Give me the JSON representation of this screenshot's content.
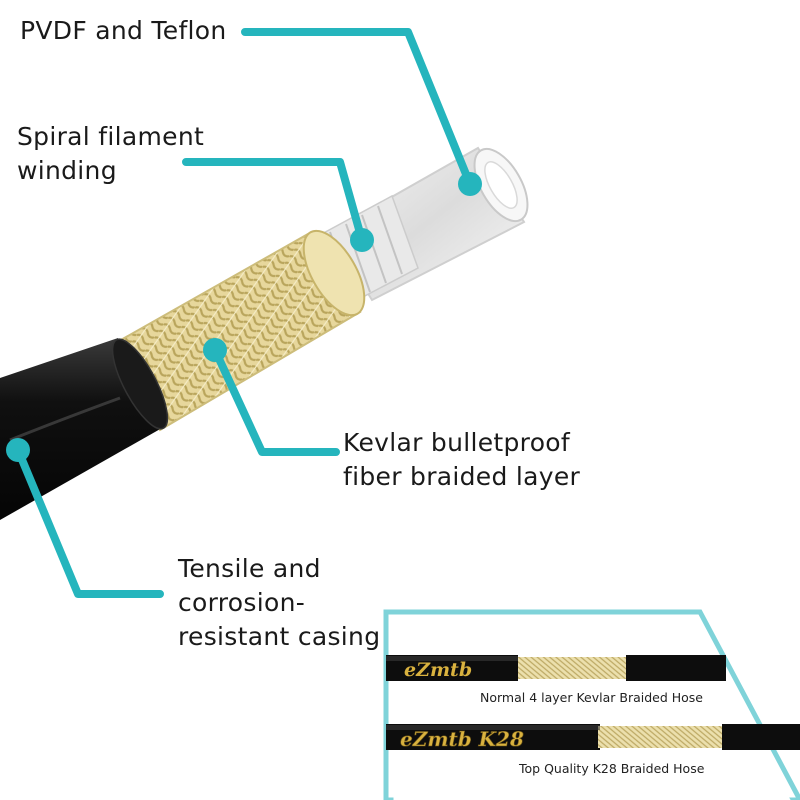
{
  "labels": {
    "inner_liner": "PVDF and Teflon",
    "spiral_line1": "Spiral filament",
    "spiral_line2": "winding",
    "kevlar_line1": "Kevlar bulletproof",
    "kevlar_line2": "fiber braided layer",
    "casing_line1": "Tensile and",
    "casing_line2": "corrosion-",
    "casing_line3": "resistant casing"
  },
  "comparison": {
    "hose1": {
      "brand": "eZmtb",
      "caption": "Normal 4 layer Kevlar Braided Hose"
    },
    "hose2": {
      "brand": "eZmtb K28",
      "caption": "Top Quality K28 Braided Hose"
    }
  },
  "colors": {
    "callout_teal": "#25b5bd",
    "inset_border": "#7fd3d9",
    "casing_black": "#111111",
    "kevlar_gold": "#e6d69a",
    "brand_gold": "#d9b23f"
  },
  "icons": [
    "cross-section-hose-illustration"
  ]
}
